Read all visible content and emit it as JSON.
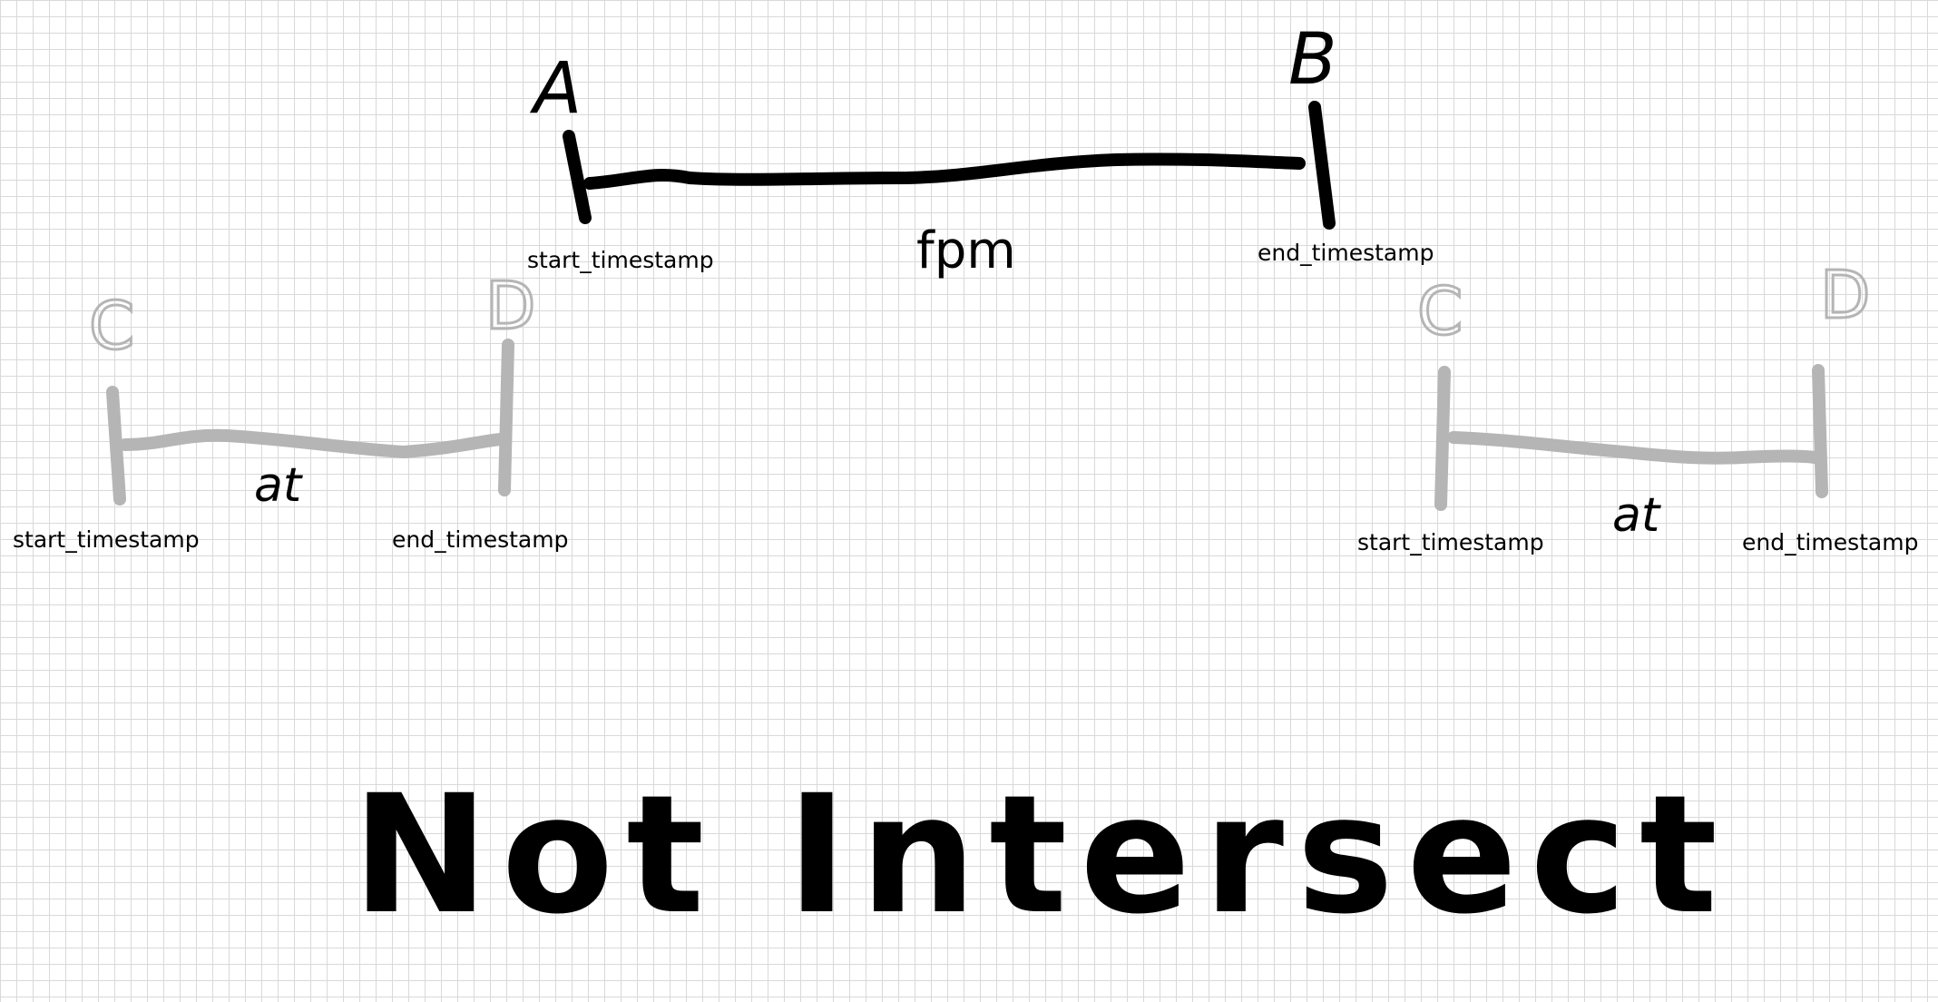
{
  "colors": {
    "primary_stroke": "#000000",
    "secondary_stroke": "#b5b5b5",
    "grid": "#d9d9d9",
    "background": "#ffffff"
  },
  "top_interval": {
    "start_letter": "A",
    "end_letter": "B",
    "start_label": "start_timestamp",
    "end_label": "end_timestamp",
    "name": "fpm"
  },
  "left_interval": {
    "start_letter": "C",
    "end_letter": "D",
    "start_label": "start_timestamp",
    "end_label": "end_timestamp",
    "name": "at"
  },
  "right_interval": {
    "start_letter": "C",
    "end_letter": "D",
    "start_label": "start_timestamp",
    "end_label": "end_timestamp",
    "name": "at"
  },
  "title": "Not Intersect"
}
